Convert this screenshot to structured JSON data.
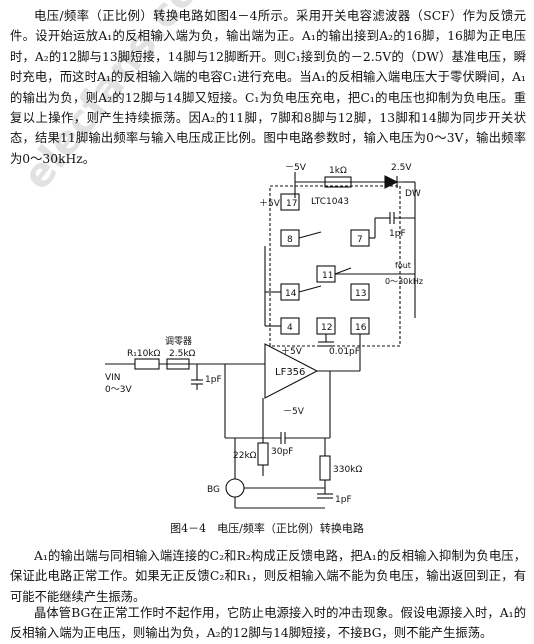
{
  "text": {
    "p1": "电压/频率（正比例）转换电路如图4－4所示。采用开关电容滤波器（SCF）作为反馈元件。设开始运放A₁的反相输入端为负，输出端为正。A₁的输出接到A₂的16脚，16脚为正电压时，A₂的12脚与13脚短接，14脚与12脚断开。则C₁接到负的－2.5V的（DW）基准电压，瞬时充电，而这时A₁的反相输入端的电容C₁进行充电。当A₁的反相输入端电压大于零伏瞬间，A₁的输出为负，则A₂的12脚与14脚又短接。C₁为负电压充电，把C₁的电压也抑制为负电压。重复以上操作，则产生持续振荡。因A₂的11脚，7脚和8脚与12脚，13脚和14脚为同步开关状态，结果11脚输出频率与输入电压成正比例。图中电路参数时，输入电压为0～3V，输出频率为0～30kHz。",
    "caption": "图4－4　电压/频率（正比例）转换电路",
    "p2": "A₁的输出端与同相输入端连接的C₂和R₂构成正反馈电路，把A₁的反相输入抑制为负电压，保证此电路正常工作。如果无正反馈C₂和R₁，则反相输入端不能为负电压，输出返回到正，有可能不能继续产生振荡。",
    "p3": "晶体管BG在正常工作时不起作用，它防止电源接入时的冲击现象。假设电源接入时，A₁的反相输入端为正电压，则输出为负，A₂的12脚与14脚短接，不接BG，则不能产生振荡。",
    "watermark": "elecfans.com"
  },
  "figure": {
    "labels": {
      "minus5v": "－5V",
      "r1k": "1kΩ",
      "v25": "2.5V",
      "dw": "DW",
      "ltc": "LTC1043",
      "plus5v_a": "＋5V",
      "c1": "1pF",
      "fout1": "fout",
      "fout2": "0～30kHz",
      "plus5v_b": "＋5V",
      "c001": "0.01pF",
      "zero_adj": "调零器",
      "r10k": "R₁10kΩ",
      "r25k": "2.5kΩ",
      "vin": "VIN",
      "vin_range": "0～3V",
      "c1pf2": "1pF",
      "opamp": "LF356",
      "minus5v_b": "－5V",
      "c30": "30pF",
      "r22k": "22kΩ",
      "r330k": "330kΩ",
      "bg": "BG",
      "c1pf3": "1pF"
    },
    "pins": [
      "17",
      "8",
      "7",
      "11",
      "14",
      "13",
      "4",
      "12",
      "16"
    ]
  }
}
